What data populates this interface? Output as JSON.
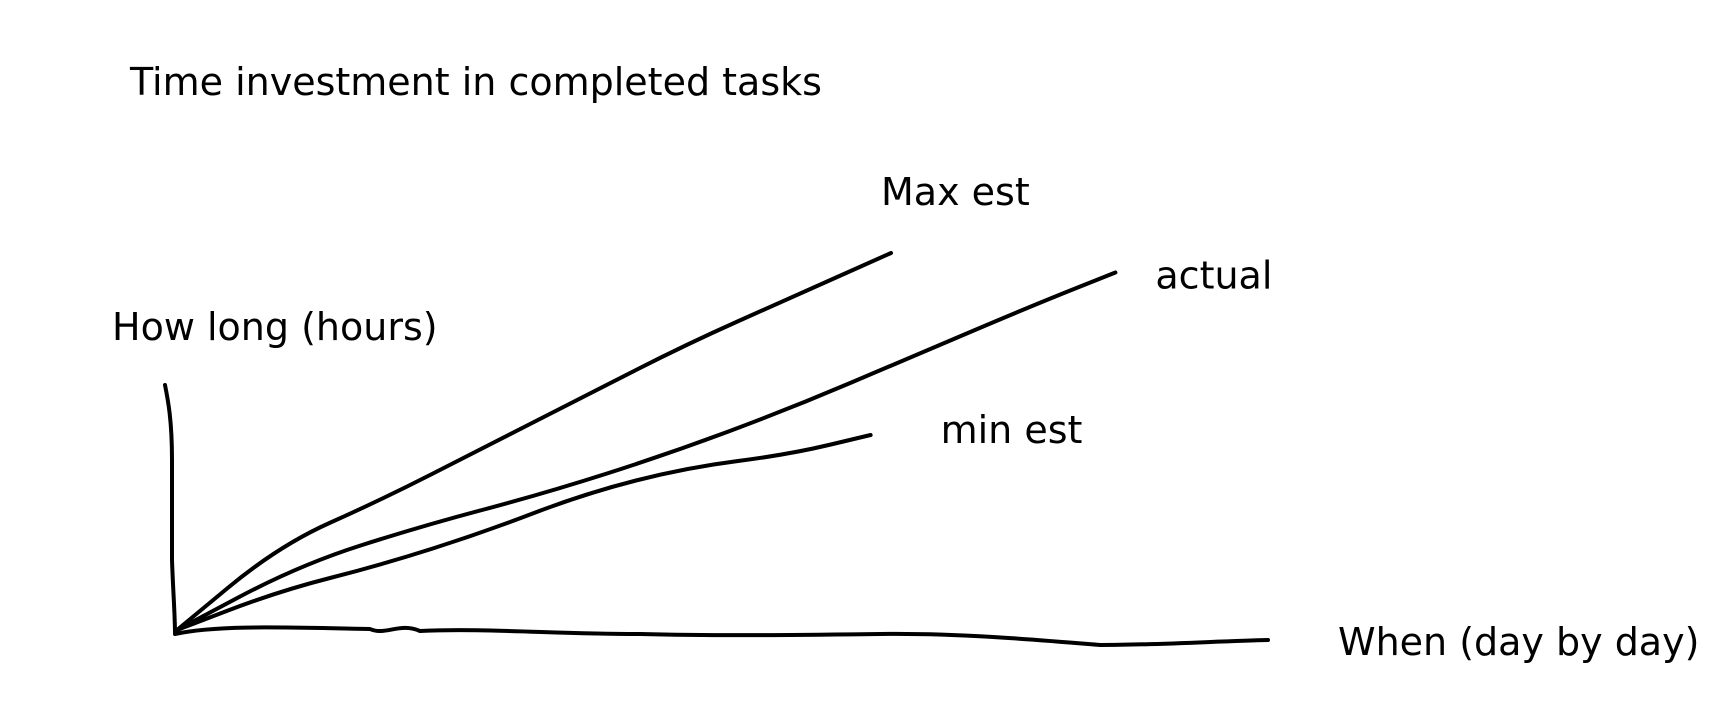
{
  "chart_data": {
    "type": "line",
    "title": "Time investment in completed tasks",
    "xlabel": "When (day by day)",
    "ylabel": "How long (hours)",
    "x_ticks": false,
    "y_ticks": false,
    "grid": false,
    "legend": "labels at line ends",
    "series": [
      {
        "name": "Max est",
        "color": "#000000",
        "x": [
          0,
          10,
          20,
          30,
          40,
          50,
          60,
          70
        ],
        "y": [
          0,
          13,
          20,
          28,
          36,
          44,
          51,
          58
        ]
      },
      {
        "name": "actual",
        "color": "#000000",
        "x": [
          0,
          12,
          24,
          36,
          48,
          60,
          72,
          84,
          92
        ],
        "y": [
          0,
          10,
          16,
          21,
          27,
          34,
          42,
          50,
          55
        ]
      },
      {
        "name": "min est",
        "color": "#000000",
        "x": [
          0,
          10,
          20,
          30,
          40,
          50,
          60,
          68
        ],
        "y": [
          0,
          6,
          10,
          15,
          21,
          25,
          27,
          30
        ]
      }
    ]
  }
}
